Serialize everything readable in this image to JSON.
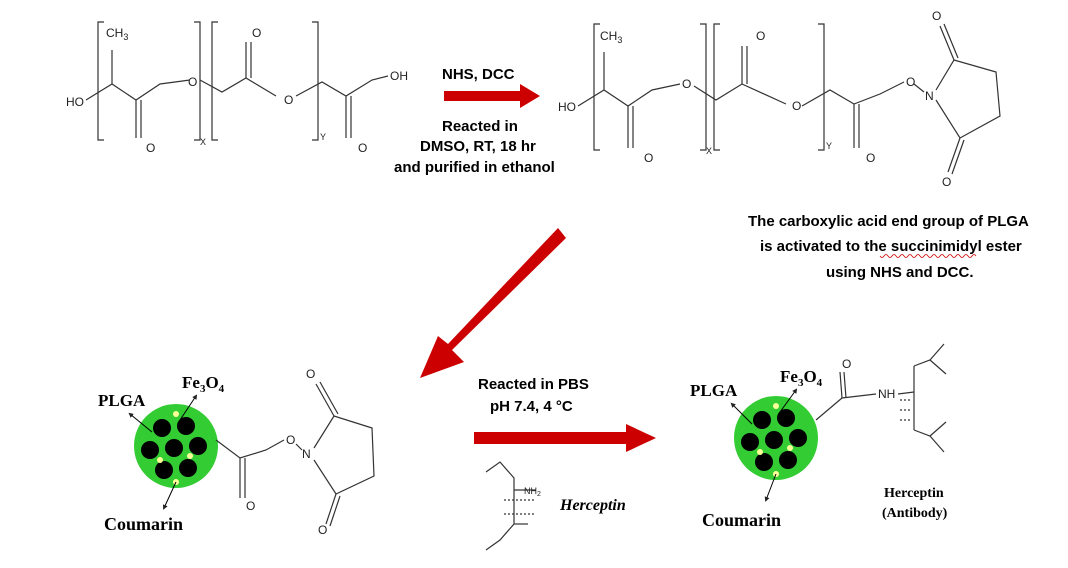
{
  "colors": {
    "arrow": "#cc0000",
    "particle": "#33cc33",
    "core": "#000000",
    "dye": "#ffff99",
    "antibody_label": "#cc0000",
    "herceptin_italic": "#1a5c1a"
  },
  "atoms": {
    "ch3": "CH3",
    "ho": "HO",
    "oh": "OH",
    "o": "O",
    "n": "N",
    "nh": "NH",
    "nh2": "NH2",
    "x": "X",
    "y": "Y"
  },
  "step1": {
    "reagents": "NHS, DCC",
    "line1": "Reacted in",
    "line2": "DMSO, RT, 18 hr",
    "line3": "and purified in ethanol"
  },
  "note": {
    "line1": "The carboxylic acid end group of PLGA",
    "line2": "is activated to the succinimidyl ester",
    "line3": "using NHS and DCC."
  },
  "step3": {
    "line1": "Reacted in PBS",
    "line2": "pH 7.4, 4 °C"
  },
  "labels": {
    "plga": "PLGA",
    "fe": "Fe",
    "fe_sub": "3",
    "o": "O",
    "o_sub": "4",
    "coumarin": "Coumarin",
    "herceptin": "Herceptin",
    "antibody": "(Antibody)"
  }
}
